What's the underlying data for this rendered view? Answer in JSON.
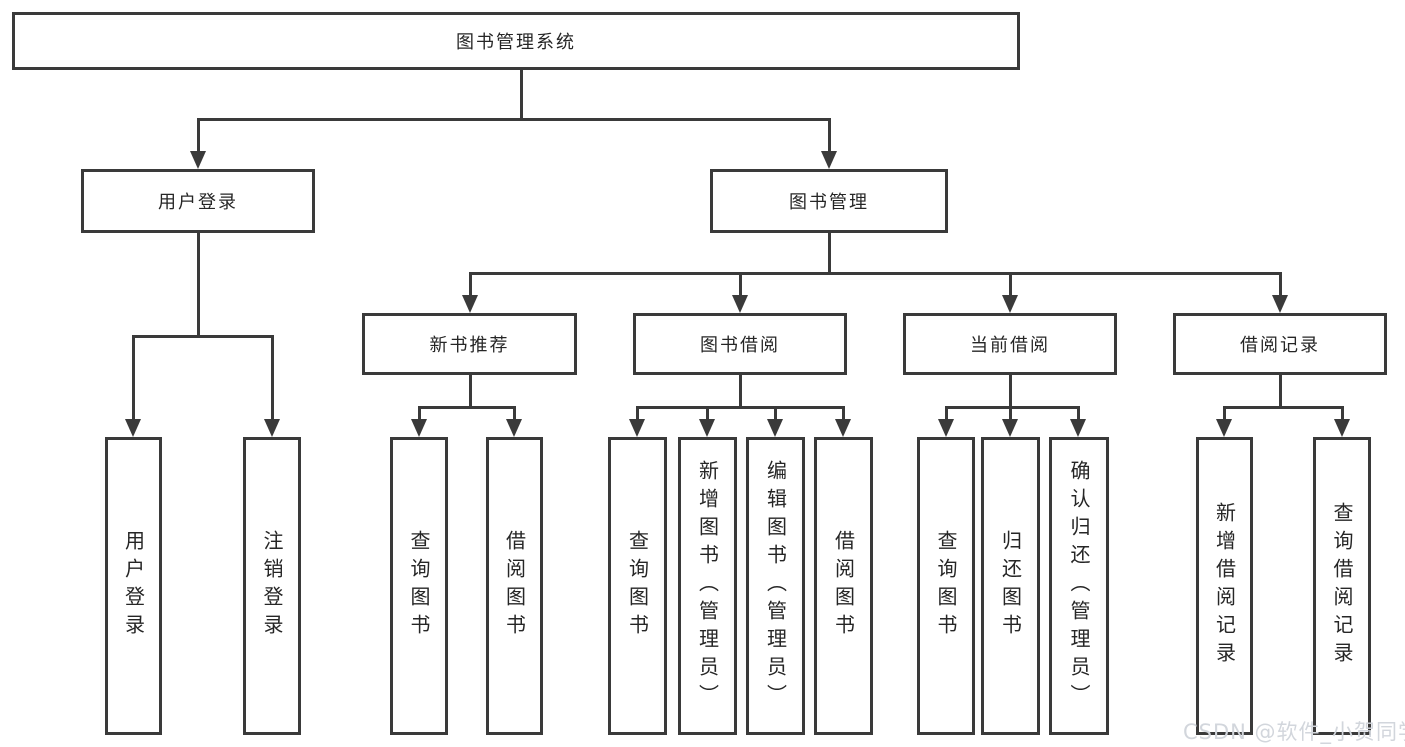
{
  "colors": {
    "line": "#3a3a3a",
    "text": "#262626",
    "box_fill": "#ffffff",
    "page_bg": "#ffffff",
    "watermark": "#d2d6dc"
  },
  "root": {
    "label": "图书管理系统"
  },
  "branches": [
    {
      "label": "用户登录",
      "leaves": [
        "用户登录",
        "注销登录"
      ]
    },
    {
      "label": "图书管理",
      "groups": [
        {
          "label": "新书推荐",
          "leaves": [
            "查询图书",
            "借阅图书"
          ]
        },
        {
          "label": "图书借阅",
          "leaves": [
            "查询图书",
            "新增图书（管理员）",
            "编辑图书（管理员）",
            "借阅图书"
          ]
        },
        {
          "label": "当前借阅",
          "leaves": [
            "查询图书",
            "归还图书",
            "确认归还（管理员）"
          ]
        },
        {
          "label": "借阅记录",
          "leaves": [
            "新增借阅记录",
            "查询借阅记录"
          ]
        }
      ]
    }
  ],
  "watermark": {
    "text": "CSDN @软件_小贺同学"
  }
}
